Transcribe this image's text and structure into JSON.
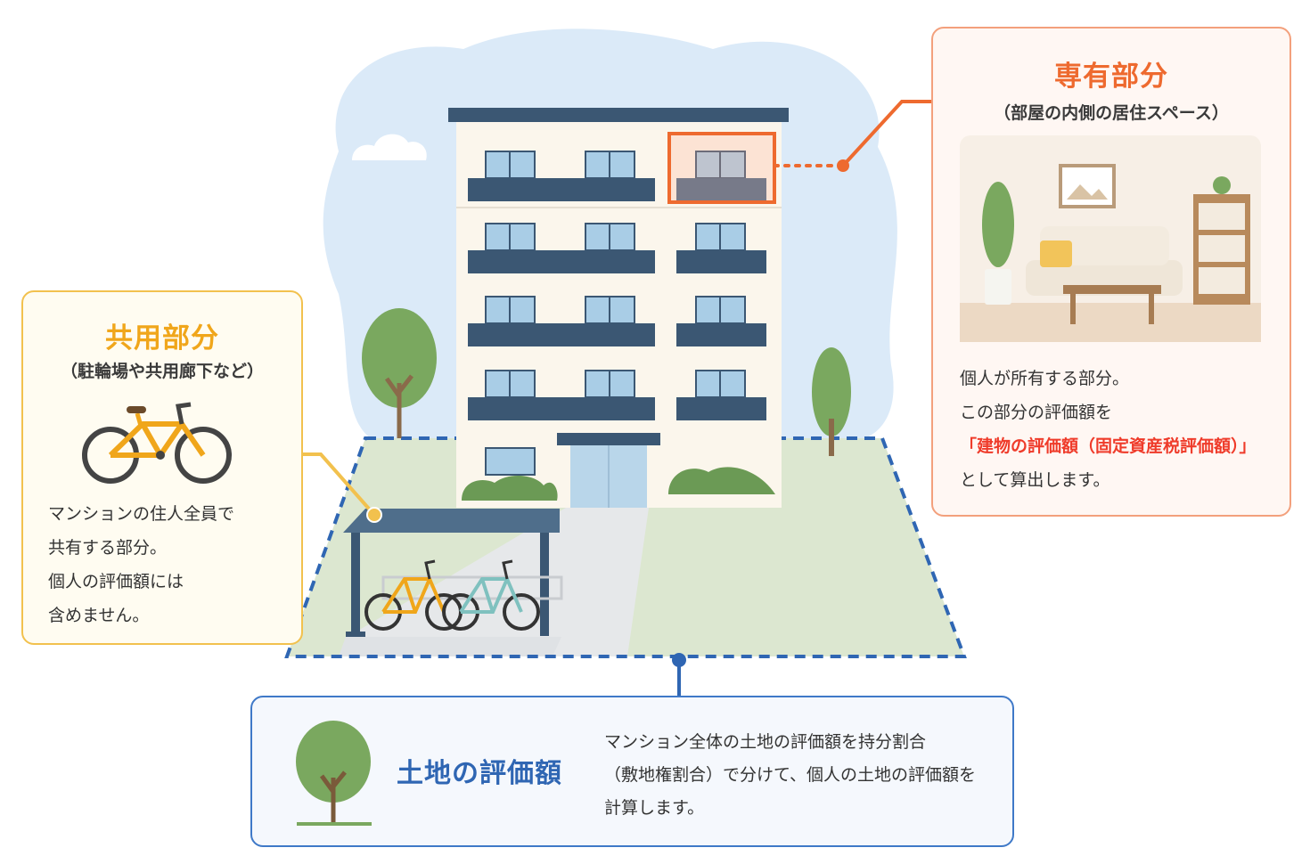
{
  "common_area": {
    "title": "共用部分",
    "subtitle": "（駐輪場や共用廊下など）",
    "body": [
      "マンションの住人全員で",
      "共有する部分。",
      "個人の評価額には",
      "含めません。"
    ]
  },
  "private_area": {
    "title": "専有部分",
    "subtitle": "（部屋の内側の居住スペース）",
    "body_lines": [
      "個人が所有する部分。",
      "この部分の評価額を"
    ],
    "highlight": "「建物の評価額（固定資産税評価額）」",
    "body_after": "として算出します。"
  },
  "land_value": {
    "title": "土地の評価額",
    "body": [
      "マンション全体の土地の評価額を持分割合",
      "（敷地権割合）で分けて、個人の土地の評価額を",
      "計算します。"
    ]
  },
  "colors": {
    "common_accent": "#f0a61b",
    "private_accent": "#ee6a2f",
    "highlight": "#ef3b2a",
    "land_accent": "#2f66b3",
    "building_trim": "#3b5773",
    "sky": "#dbeaf8",
    "grass": "#dbe6cf",
    "tree": "#7aa85f"
  },
  "icons": {
    "common": "bicycle-icon",
    "private": "living-room-illustration",
    "land": "tree-icon"
  }
}
